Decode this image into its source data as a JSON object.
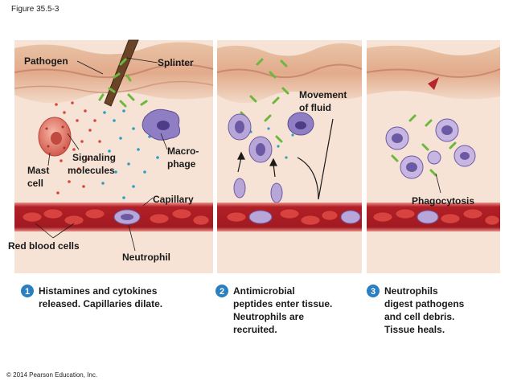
{
  "figure_label": "Figure 35.5-3",
  "copyright": "© 2014 Pearson Education, Inc.",
  "labels": {
    "pathogen": "Pathogen",
    "splinter": "Splinter",
    "signaling": [
      "Signaling",
      "molecules"
    ],
    "mast_cell": [
      "Mast",
      "cell"
    ],
    "macrophage": [
      "Macro-",
      "phage"
    ],
    "capillary": "Capillary",
    "red_blood_cells": "Red blood cells",
    "neutrophil": "Neutrophil",
    "movement_of_fluid": [
      "Movement",
      "of fluid"
    ],
    "phagocytosis": "Phagocytosis"
  },
  "steps": [
    {
      "number": "1",
      "lines": [
        "Histamines and cytokines",
        "released. Capillaries dilate."
      ]
    },
    {
      "number": "2",
      "lines": [
        "Antimicrobial",
        "peptides enter tissue.",
        "Neutrophils are",
        "recruited."
      ]
    },
    {
      "number": "3",
      "lines": [
        "Neutrophils",
        "digest pathogens",
        "and cell debris.",
        "Tissue heals."
      ]
    }
  ],
  "colors": {
    "step_circle": "#2a7fc0",
    "skin_top": "#e8b996",
    "tissue": "#f4dccb",
    "blood": "#b8262d",
    "rbc": "#d8433f",
    "neutrophil": "#b9a6d8",
    "pathogen": "#7fc24a",
    "signal_red": "#d64a3a",
    "signal_blue": "#3aa3c4"
  }
}
